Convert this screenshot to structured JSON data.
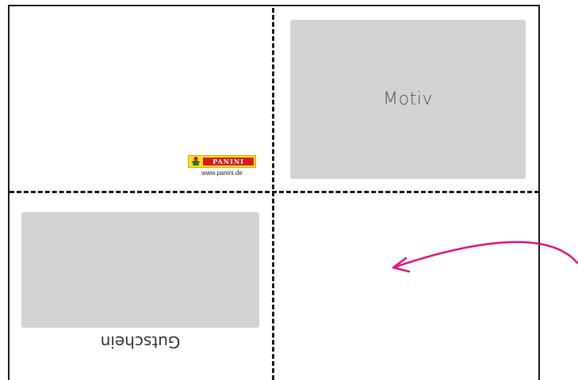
{
  "motif_label": "Motiv",
  "voucher_label": "Gutschein",
  "logo": {
    "brand": "PANINI",
    "url": "www.panini.de"
  },
  "colors": {
    "placeholder": "#d3d3d3",
    "arrow": "#e0117f",
    "logo_yellow": "#f6e11c",
    "logo_red": "#d81b1b"
  },
  "icons": [
    "panini-mascot-icon",
    "fold-arrow-icon"
  ]
}
